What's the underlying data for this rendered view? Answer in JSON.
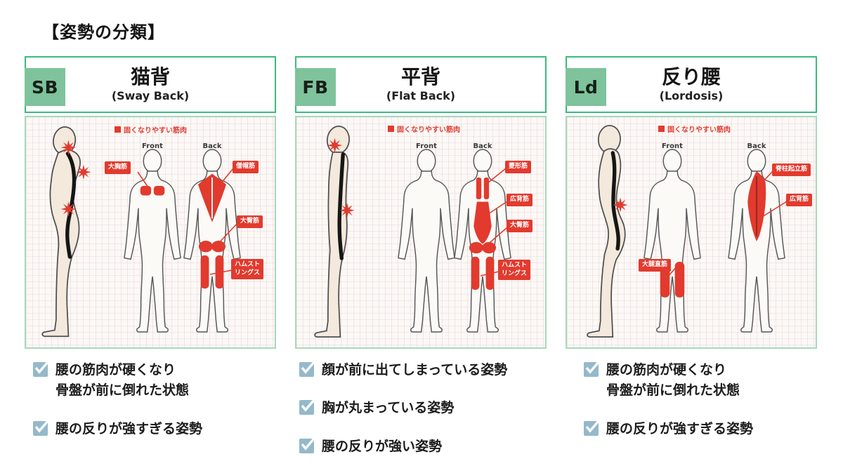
{
  "page_title": "【姿勢の分類】",
  "legend_label": "固くなりやすい筋肉",
  "figure_labels": {
    "front": "Front",
    "back": "Back"
  },
  "colors": {
    "accent_green": "#3cba7c",
    "badge_green": "#7ec39b",
    "muscle_red": "#e23a2e",
    "check_blue": "#94b9ca"
  },
  "panels": [
    {
      "badge": "SB",
      "title": "猫背",
      "subtitle": "(Sway Back)",
      "muscle_labels": {
        "m1": "大胸筋",
        "m2": "僧帽筋",
        "m3": "大臀筋",
        "m4": "ハムスト\nリングス"
      },
      "bullets": [
        "腰の筋肉が硬くなり\n骨盤が前に倒れた状態",
        "腰の反りが強すぎる姿勢"
      ]
    },
    {
      "badge": "FB",
      "title": "平背",
      "subtitle": "(Flat Back)",
      "muscle_labels": {
        "m1": "菱形筋",
        "m2": "広背筋",
        "m3": "大臀筋",
        "m4": "ハムスト\nリングス"
      },
      "bullets": [
        "顔が前に出てしまっている姿勢",
        "胸が丸まっている姿勢",
        "腰の反りが強い姿勢"
      ]
    },
    {
      "badge": "Ld",
      "title": "反り腰",
      "subtitle": "(Lordosis)",
      "muscle_labels": {
        "m1": "脊柱起立筋",
        "m2": "広背筋",
        "m3": "大腿直筋"
      },
      "bullets": [
        "腰の筋肉が硬くなり\n骨盤が前に倒れた状態",
        "腰の反りが強すぎる姿勢"
      ]
    }
  ]
}
